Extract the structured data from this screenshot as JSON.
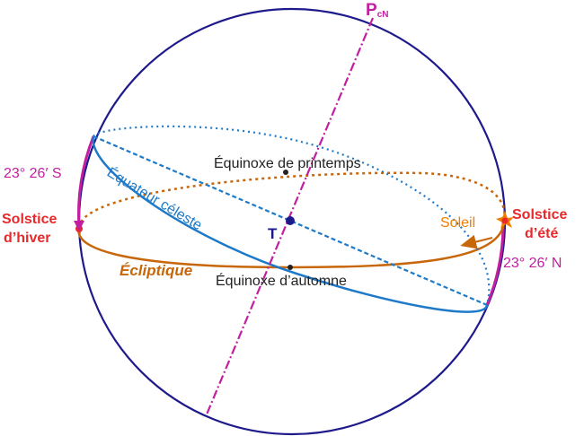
{
  "labels": {
    "pole": "P",
    "pole_sub": "cN",
    "equinox_spring": "Équinoxe de printemps",
    "equinox_autumn": "Équinoxe d’automne",
    "celestial_equator": "Équateur céleste",
    "ecliptic": "Écliptique",
    "earth_center": "T",
    "sun": "Soleil",
    "winter_solstice_line1": "Solstice",
    "winter_solstice_line2": "d’hiver",
    "summer_solstice_line1": "Solstice",
    "summer_solstice_line2": "d’été",
    "declination_south": "23° 26′ S",
    "declination_north": "23° 26′ N"
  },
  "colors": {
    "sphere": "#1f1a8c",
    "axis": "#c21fa0",
    "equator": "#1e7ac8",
    "ecliptic": "#c8660a",
    "solstice": "#e8292b",
    "sun": "#f07d00",
    "text": "#222222",
    "center": "#1f1a8c"
  }
}
